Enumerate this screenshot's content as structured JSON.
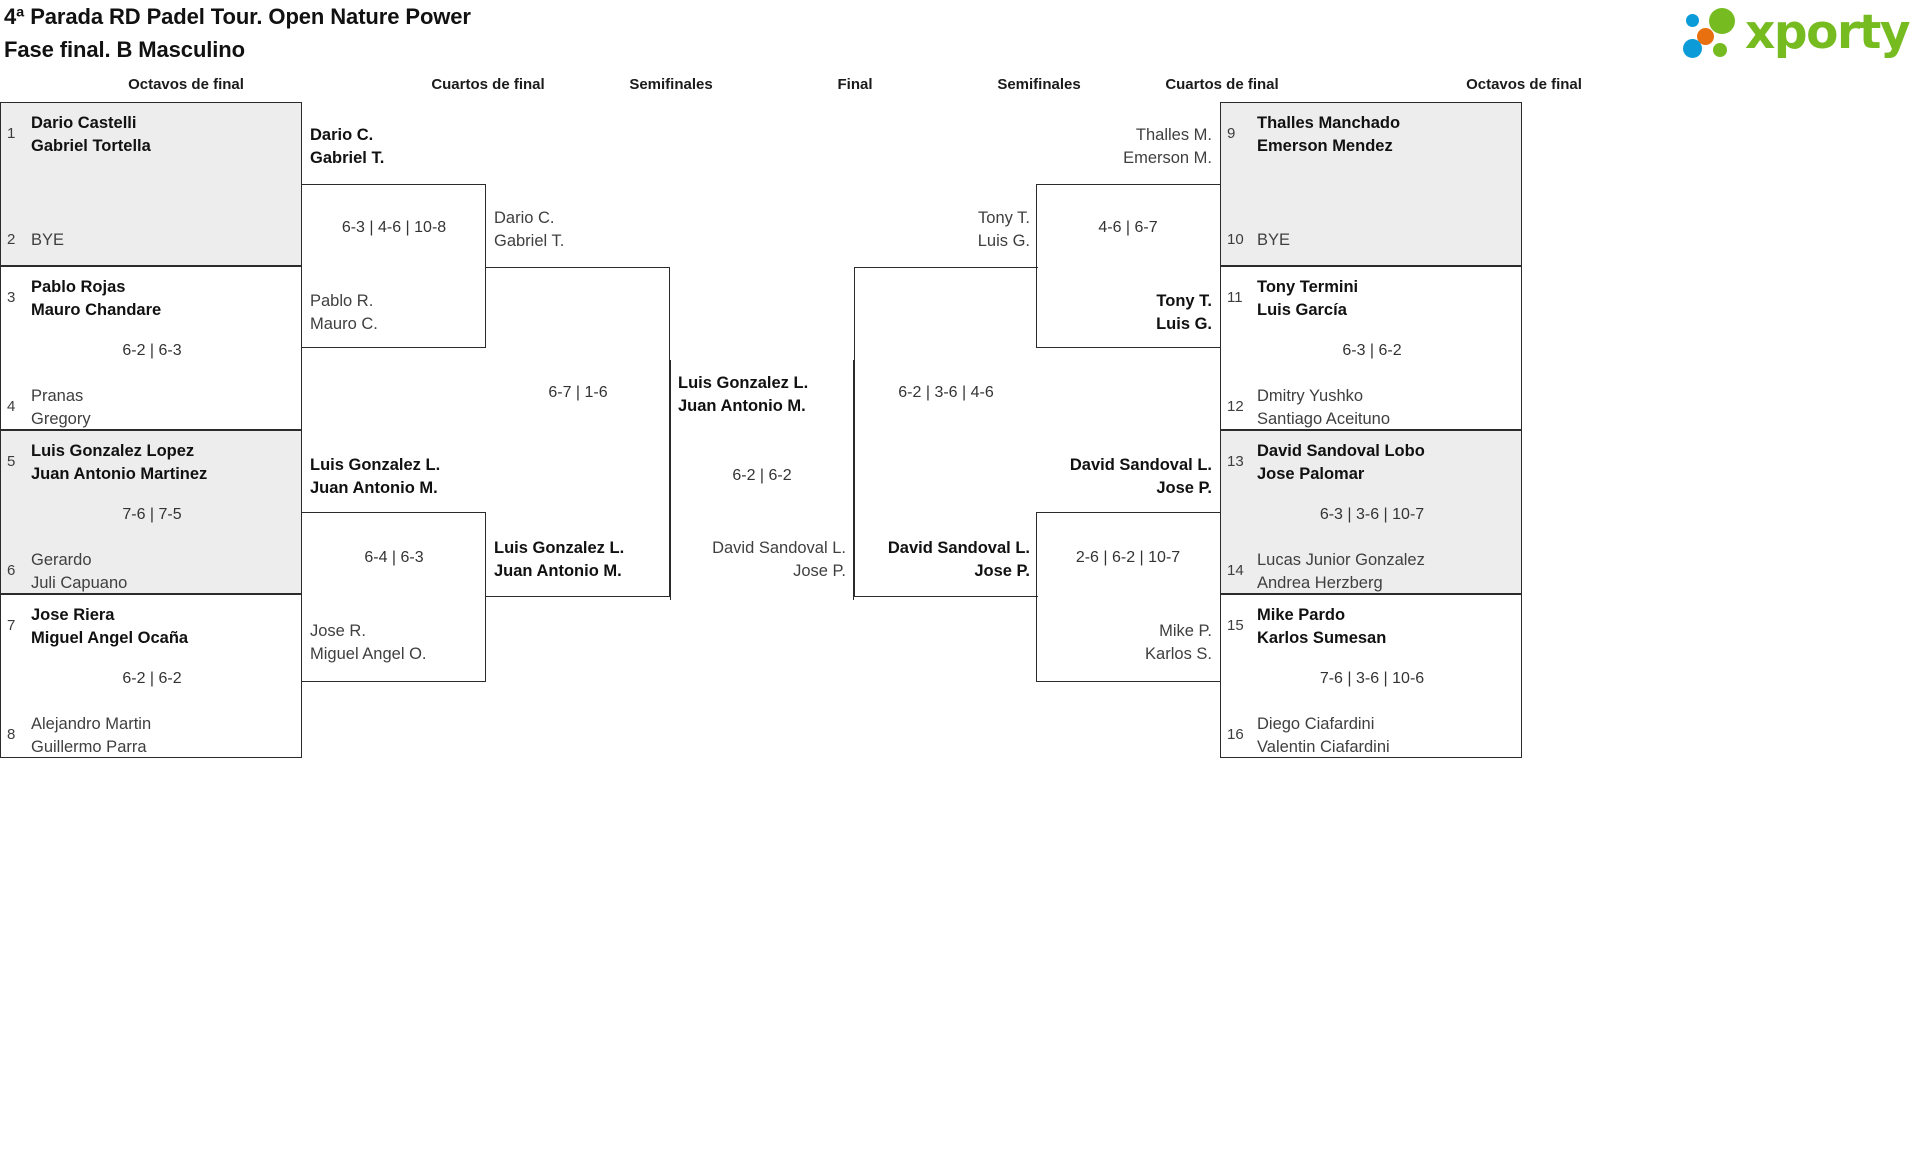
{
  "header": {
    "title_line1": "4ª Parada RD Padel Tour. Open Nature Power",
    "title_line2": "Fase final. B Masculino",
    "logo_word": "xporty",
    "logo_colors": {
      "green": "#76bc21",
      "blue": "#0c9bd9",
      "orange": "#e8700f"
    }
  },
  "round_headings": {
    "left_r16": "Octavos de final",
    "left_qf": "Cuartos de final",
    "left_sf": "Semifinales",
    "final": "Final",
    "right_sf": "Semifinales",
    "right_qf": "Cuartos de final",
    "right_r16": "Octavos de final"
  },
  "left_r16": [
    {
      "shaded": true,
      "top": {
        "seed": "1",
        "name1": "Dario Castelli",
        "name2": "Gabriel Tortella",
        "winner": true
      },
      "bottom": {
        "seed": "2",
        "name1": "BYE",
        "name2": "",
        "winner": false
      },
      "score": ""
    },
    {
      "shaded": false,
      "top": {
        "seed": "3",
        "name1": "Pablo Rojas",
        "name2": "Mauro Chandare",
        "winner": true
      },
      "bottom": {
        "seed": "4",
        "name1": "Pranas",
        "name2": "Gregory",
        "winner": false
      },
      "score": "6-2 | 6-3"
    },
    {
      "shaded": true,
      "top": {
        "seed": "5",
        "name1": "Luis Gonzalez Lopez",
        "name2": "Juan Antonio Martinez",
        "winner": true
      },
      "bottom": {
        "seed": "6",
        "name1": "Gerardo",
        "name2": "Juli Capuano",
        "winner": false
      },
      "score": "7-6 | 7-5"
    },
    {
      "shaded": false,
      "top": {
        "seed": "7",
        "name1": "Jose Riera",
        "name2": "Miguel Angel Ocaña",
        "winner": true
      },
      "bottom": {
        "seed": "8",
        "name1": "Alejandro Martin",
        "name2": "Guillermo Parra",
        "winner": false
      },
      "score": "6-2 | 6-2"
    }
  ],
  "left_qf": [
    {
      "top": {
        "name1": "Dario C.",
        "name2": "Gabriel T.",
        "winner": true
      },
      "bottom": {
        "name1": "Pablo R.",
        "name2": "Mauro C.",
        "winner": false
      },
      "score": "6-3 | 4-6 | 10-8"
    },
    {
      "top": {
        "name1": "Luis Gonzalez L.",
        "name2": "Juan Antonio M.",
        "winner": true
      },
      "bottom": {
        "name1": "Jose R.",
        "name2": "Miguel Angel O.",
        "winner": false
      },
      "score": "6-4 | 6-3"
    }
  ],
  "left_sf": {
    "top": {
      "name1": "Dario C.",
      "name2": "Gabriel T.",
      "winner": false
    },
    "bottom": {
      "name1": "Luis Gonzalez L.",
      "name2": "Juan Antonio M.",
      "winner": true
    },
    "score": "6-7 | 1-6"
  },
  "final": {
    "top": {
      "name1": "Luis Gonzalez L.",
      "name2": "Juan Antonio M.",
      "winner": true
    },
    "bottom": {
      "name1": "David Sandoval L.",
      "name2": "Jose P.",
      "winner": false
    },
    "score": "6-2 | 6-2"
  },
  "right_sf": {
    "top": {
      "name1": "Tony T.",
      "name2": "Luis G.",
      "winner": false
    },
    "bottom": {
      "name1": "David Sandoval L.",
      "name2": "Jose P.",
      "winner": true
    },
    "score": "6-2 | 3-6 | 4-6"
  },
  "right_qf": [
    {
      "top": {
        "name1": "Thalles M.",
        "name2": "Emerson M.",
        "winner": false
      },
      "bottom": {
        "name1": "Tony T.",
        "name2": "Luis G.",
        "winner": true
      },
      "score": "4-6 | 6-7"
    },
    {
      "top": {
        "name1": "David Sandoval L.",
        "name2": "Jose P.",
        "winner": true
      },
      "bottom": {
        "name1": "Mike P.",
        "name2": "Karlos S.",
        "winner": false
      },
      "score": "2-6 | 6-2 | 10-7"
    }
  ],
  "right_r16": [
    {
      "shaded": true,
      "top": {
        "seed": "9",
        "name1": "Thalles Manchado",
        "name2": "Emerson Mendez",
        "winner": true
      },
      "bottom": {
        "seed": "10",
        "name1": "BYE",
        "name2": "",
        "winner": false
      },
      "score": ""
    },
    {
      "shaded": false,
      "top": {
        "seed": "11",
        "name1": "Tony Termini",
        "name2": "Luis García",
        "winner": true
      },
      "bottom": {
        "seed": "12",
        "name1": "Dmitry Yushko",
        "name2": "Santiago Aceituno",
        "winner": false
      },
      "score": "6-3 | 6-2"
    },
    {
      "shaded": true,
      "top": {
        "seed": "13",
        "name1": "David Sandoval Lobo",
        "name2": "Jose Palomar",
        "winner": true
      },
      "bottom": {
        "seed": "14",
        "name1": "Lucas Junior Gonzalez",
        "name2": "Andrea Herzberg",
        "winner": false
      },
      "score": "6-3 | 3-6 | 10-7"
    },
    {
      "shaded": false,
      "top": {
        "seed": "15",
        "name1": "Mike Pardo",
        "name2": "Karlos Sumesan",
        "winner": true
      },
      "bottom": {
        "seed": "16",
        "name1": "Diego Ciafardini",
        "name2": "Valentin Ciafardini",
        "winner": false
      },
      "score": "7-6 | 3-6 | 10-6"
    }
  ]
}
